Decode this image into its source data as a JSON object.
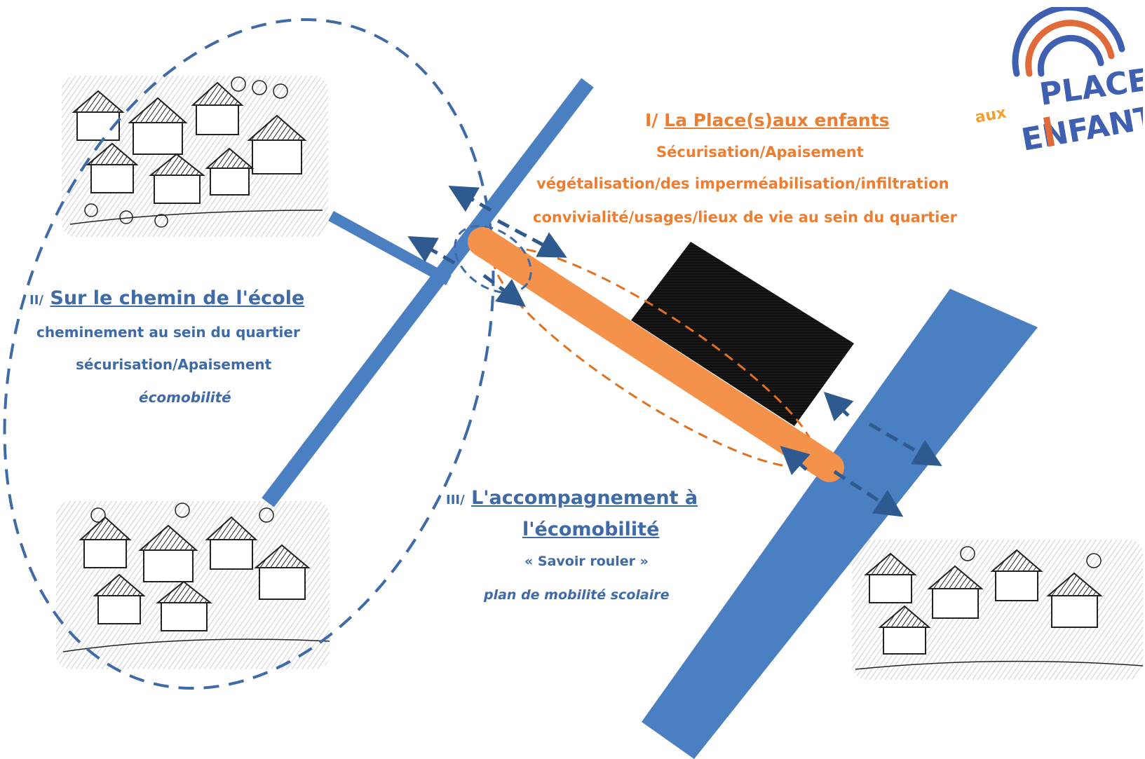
{
  "section1": {
    "prefix": "I/",
    "title": "La Place(s)aux enfants",
    "lines": [
      "Sécurisation/Apaisement",
      "végétalisation/des imperméabilisation/infiltration",
      "convivialité/usages/lieux de vie au sein du quartier"
    ]
  },
  "section2": {
    "prefix": "II/",
    "title": "Sur le chemin de l'école",
    "lines": [
      "cheminement au sein du quartier",
      "sécurisation/Apaisement"
    ],
    "italic_line": "écomobilité"
  },
  "section3": {
    "prefix": "III/",
    "title_line1": "L'accompagnement à",
    "title_line2": "l'écomobilité",
    "line": "« Savoir rouler »",
    "italic_line": "plan de mobilité scolaire"
  },
  "logo": {
    "word_small": "aux",
    "word_top": "PLACE(S)",
    "word_bottom": "ENFANTS"
  },
  "colors": {
    "road_blue": "#4a7fc1",
    "arrow_blue": "#2f5a8f",
    "orange": "#f4914a",
    "orange_dash": "#e07020",
    "text_orange": "#ed7d31",
    "text_blue": "#3f6aa8"
  }
}
